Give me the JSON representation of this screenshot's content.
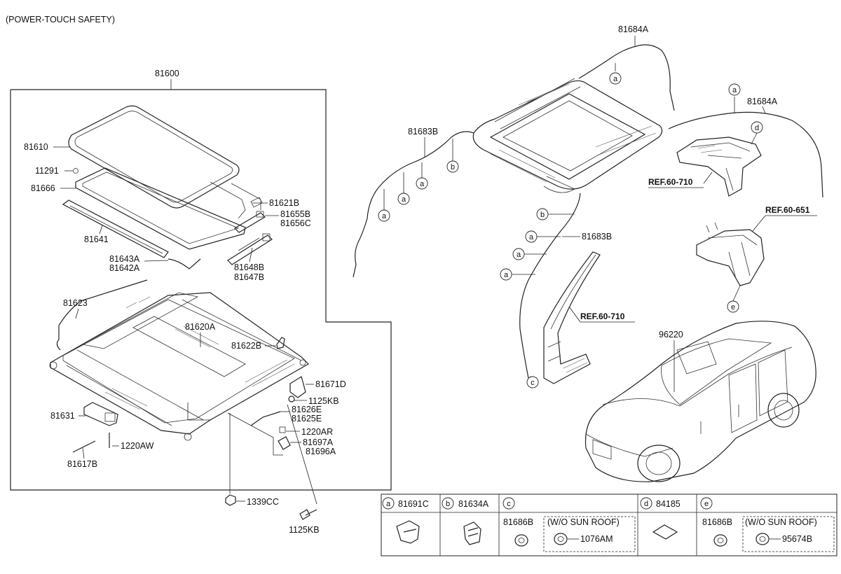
{
  "header": {
    "note": "(POWER-TOUCH SAFETY)"
  },
  "assembly": {
    "number": "81600"
  },
  "parts": {
    "glass": "81610",
    "clip": "11291",
    "weatherstrip": "81666",
    "deflector": "81641",
    "bracket_a": "81643A",
    "bracket_b": "81642A",
    "link": "81621B",
    "guide_a": "81655B",
    "guide_b": "81656C",
    "rail_a": "81648B",
    "rail_b": "81647B",
    "drain_hose_front": "81623",
    "frame": "81620A",
    "stopper": "81622B",
    "bracket_c": "81671D",
    "bolt_top": "1125KB",
    "cable_a": "81626E",
    "cable_b": "81625E",
    "motor": "81631",
    "screw": "1220AW",
    "screw_b": "1220AR",
    "holder_a": "81697A",
    "holder_b": "81696A",
    "pin": "81617B",
    "nut": "1339CC",
    "bolt_bottom": "1125KB",
    "hose_top": "81684A",
    "hose_right": "81684A",
    "hose_left": "81683B",
    "hose_mid": "81683B",
    "car": "96220"
  },
  "references": {
    "ref_upper": "REF.60-710",
    "ref_right": "REF.60-651",
    "ref_lower": "REF.60-710"
  },
  "callouts": {
    "a": "a",
    "b": "b",
    "c": "c",
    "d": "d",
    "e": "e"
  },
  "legend": {
    "cells": [
      {
        "key": "a",
        "part": "81691C"
      },
      {
        "key": "b",
        "part": "81634A"
      },
      {
        "key": "c",
        "part": "81686B",
        "alt_label": "(W/O SUN ROOF)",
        "alt_part": "1076AM"
      },
      {
        "key": "d",
        "part": "84185"
      },
      {
        "key": "e",
        "part": "81686B",
        "alt_label": "(W/O SUN ROOF)",
        "alt_part": "95674B"
      }
    ]
  }
}
